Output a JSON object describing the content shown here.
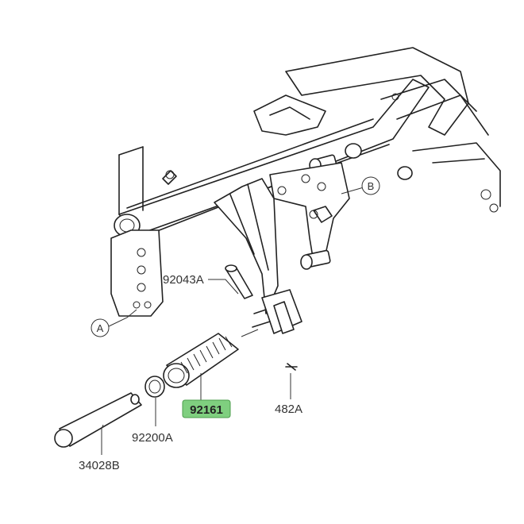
{
  "diagram": {
    "parts": [
      {
        "id": "92043A",
        "label": "92043A",
        "highlighted": false
      },
      {
        "id": "92161",
        "label": "92161",
        "highlighted": true
      },
      {
        "id": "482A",
        "label": "482A",
        "highlighted": false
      },
      {
        "id": "92200A",
        "label": "92200A",
        "highlighted": false
      },
      {
        "id": "34028B",
        "label": "34028B",
        "highlighted": false
      }
    ],
    "callouts": [
      {
        "id": "A",
        "label": "A"
      },
      {
        "id": "B",
        "label": "B"
      }
    ],
    "highlight_color": "#7fcf7f"
  }
}
